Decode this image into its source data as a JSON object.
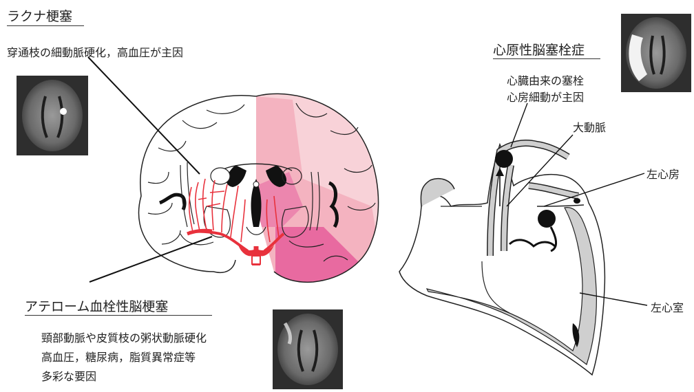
{
  "lacunar": {
    "title": "ラクナ梗塞",
    "cause": "穿通枝の細動脈硬化，高血圧が主因"
  },
  "athero": {
    "title": "アテローム血栓性脳梗塞",
    "lines": [
      "頸部動脈や皮質枝の粥状動脈硬化",
      "高血圧，糖尿病，脂質異常症等",
      "多彩な要因"
    ]
  },
  "cardio": {
    "title": "心原性脳塞栓症",
    "lines": [
      "心臓由来の塞栓",
      "心房細動が主因"
    ]
  },
  "heart_labels": {
    "aorta": "大動脈",
    "left_atrium": "左心房",
    "left_ventricle": "左心室"
  },
  "colors": {
    "artery_red": "#e8313c",
    "lesion_pink_light": "#f8d0d6",
    "lesion_pink_mid": "#f4b3c0",
    "lesion_pink_dark": "#e86aa0",
    "heart_gray": "#cfcfcf",
    "mri_bg": "#3c3c3c"
  }
}
